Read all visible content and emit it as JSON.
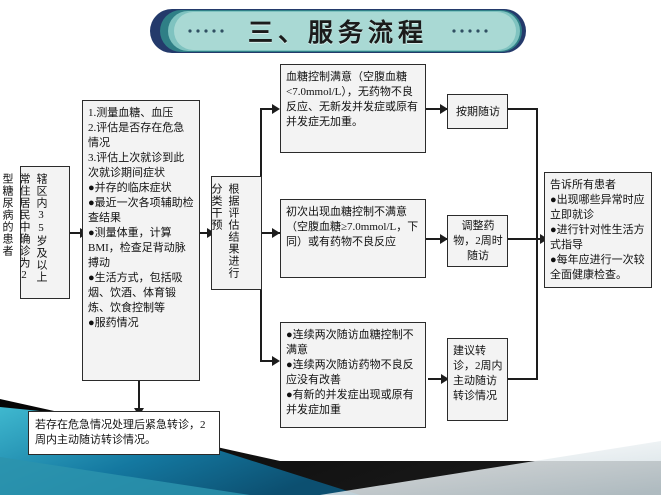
{
  "title": {
    "text": "三、服务流程"
  },
  "colors": {
    "banner_outer": "#243a6b",
    "banner_mid": "#2f7f86",
    "banner_fill": "#a9d9d4",
    "ribbon_teal": "#1f7f9e",
    "ribbon_dark": "#0a0a0a",
    "box_fill": "#f3f3f3",
    "line": "#1d1d1d"
  },
  "nodes": {
    "population": {
      "label": "辖区内35岁及以上常住居民中确诊为2型糖尿病的患者"
    },
    "assessment": {
      "label": "1.测量血糖、血压\n2.评估是否存在危急情况\n3.评估上次就诊到此次就诊期间症状\n●并存的临床症状\n●最近一次各项辅助检查结果\n●测量体重，计算BMI，检查足背动脉搏动\n●生活方式，包括吸烟、饮酒、体育锻炼、饮食控制等\n●服药情况"
    },
    "classify": {
      "label": "根据评估结果进行分类干预"
    },
    "branch_satisfied": {
      "label": "血糖控制满意（空腹血糖<7.0mmol/L），无药物不良反应、无新发并发症或原有并发症无加重。"
    },
    "branch_first_unsatisfied": {
      "label": "初次出现血糖控制不满意（空腹血糖≥7.0mmol/L，下同）或有药物不良反应"
    },
    "branch_repeated": {
      "label": "●连续两次随访血糖控制不满意\n●连续两次随访药物不良反应没有改善\n●有新的并发症出现或原有并发症加重"
    },
    "action_routine": {
      "label": "按期随访"
    },
    "action_adjust": {
      "label": "调整药物，2周时随访"
    },
    "action_refer": {
      "label": "建议转诊，2周内主动随访转诊情况"
    },
    "education": {
      "label": "告诉所有患者\n●出现哪些异常时应立即就诊\n●进行针对性生活方式指导\n●每年应进行一次较全面健康检查。"
    },
    "emergency_note": {
      "label": "若存在危急情况处理后紧急转诊，2周内主动随访转诊情况。"
    }
  }
}
